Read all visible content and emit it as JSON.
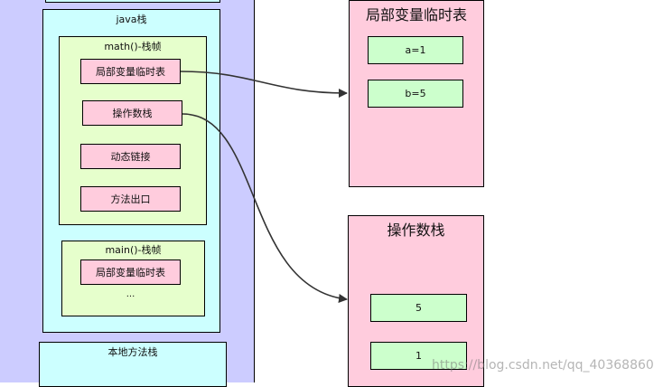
{
  "java_stack": {
    "title": "java栈",
    "math_frame": {
      "title": "math()-栈帧",
      "items": [
        "局部变量临时表",
        "操作数栈",
        "动态链接",
        "方法出口"
      ]
    },
    "main_frame": {
      "title": "main()-栈帧",
      "items": [
        "局部变量临时表",
        "..."
      ]
    }
  },
  "native_stack": {
    "title": "本地方法栈"
  },
  "local_var_table": {
    "title": "局部变量临时表",
    "entries": [
      "a=1",
      "b=5"
    ]
  },
  "operand_stack": {
    "title": "操作数栈",
    "entries": [
      "5",
      "1"
    ]
  },
  "watermark": "https://blog.csdn.net/qq_40368860",
  "colors": {
    "outer_region": "#ccccff",
    "java_stack": "#ccffff",
    "frame": "#e6ffcc",
    "item": "#ffccdd",
    "entry": "#ccffcc",
    "arrow": "#333333"
  }
}
